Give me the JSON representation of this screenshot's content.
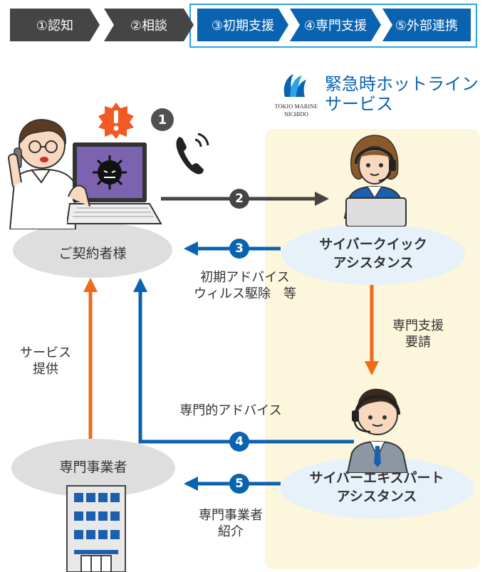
{
  "steps": [
    {
      "label": "①認知",
      "active": false
    },
    {
      "label": "②相談",
      "active": false
    },
    {
      "label": "③初期支援",
      "active": true
    },
    {
      "label": "④専門支援",
      "active": true
    },
    {
      "label": "⑤外部連携",
      "active": true
    }
  ],
  "brand": {
    "logo_line1": "TOKIO MARINE",
    "logo_line2": "NICHIDO",
    "service_line1": "緊急時ホットライン",
    "service_line2": "サービス"
  },
  "nodes": {
    "customer": "ご契約者様",
    "quick_line1": "サイバークイック",
    "quick_line2": "アシスタンス",
    "expert_line1": "サイバーエキスパート",
    "expert_line2": "アシスタンス",
    "vendor": "専門事業者"
  },
  "markers": {
    "m1": "1",
    "m2": "2",
    "m3": "3",
    "m4": "4",
    "m5": "5"
  },
  "labels": {
    "initial_line1": "初期アドバイス",
    "initial_line2": "ウィルス駆除　等",
    "request_line1": "専門支援",
    "request_line2": "要請",
    "service_line1": "サービス",
    "service_line2": "提供",
    "expert_advice": "専門的アドバイス",
    "intro_line1": "専門事業者",
    "intro_line2": "紹介"
  },
  "colors": {
    "step_dark": "#454545",
    "step_blue": "#0a63b0",
    "step_border": "#2aa6e0",
    "arrow_blue": "#0a63b0",
    "arrow_orange": "#ee6a1c",
    "arrow_dark": "#454545",
    "panel_yellow": "#fbf6dc",
    "bubble_blue": "#e7f1fa",
    "bubble_grey": "#dedede",
    "warning": "#f15a22"
  }
}
